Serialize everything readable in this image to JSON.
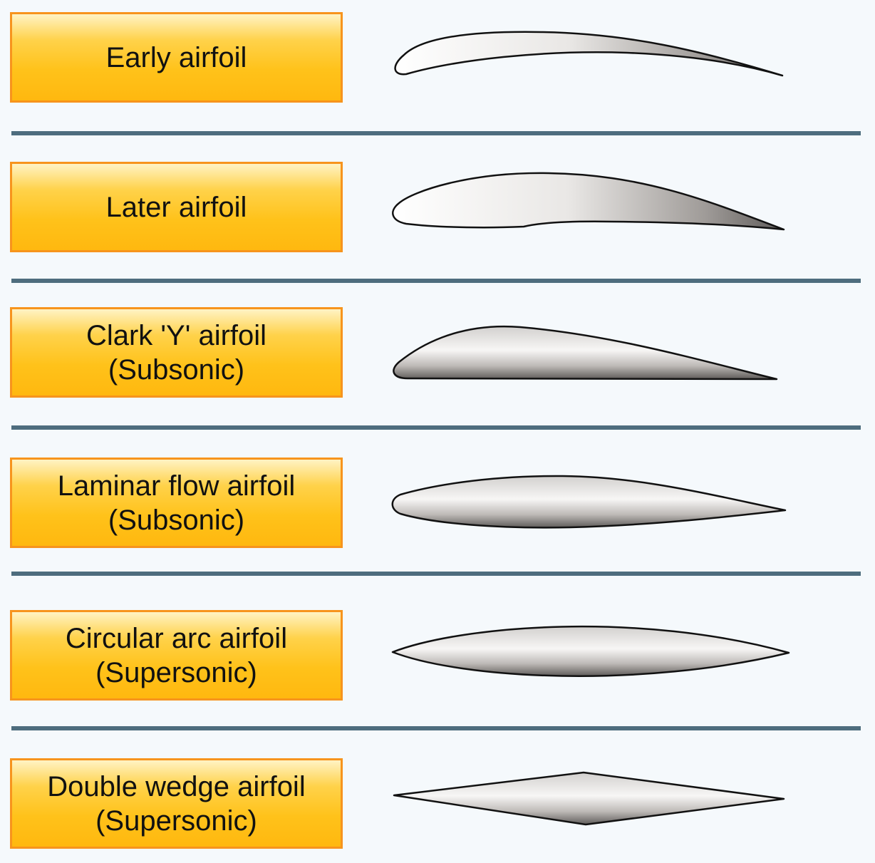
{
  "airfoils": [
    {
      "name": "Early airfoil",
      "note": ""
    },
    {
      "name": "Later airfoil",
      "note": ""
    },
    {
      "name": "Clark 'Y' airfoil",
      "note": "(Subsonic)"
    },
    {
      "name": "Laminar flow airfoil",
      "note": "(Subsonic)"
    },
    {
      "name": "Circular arc airfoil",
      "note": "(Supersonic)"
    },
    {
      "name": "Double wedge airfoil",
      "note": "(Supersonic)"
    }
  ],
  "colors": {
    "background": "#f5f9fc",
    "box_fill": "#ffc21a",
    "box_border": "#f7941d",
    "divider": "#4e6d7e",
    "airfoil_light": "#ffffff",
    "airfoil_dark": "#6e6b69"
  }
}
